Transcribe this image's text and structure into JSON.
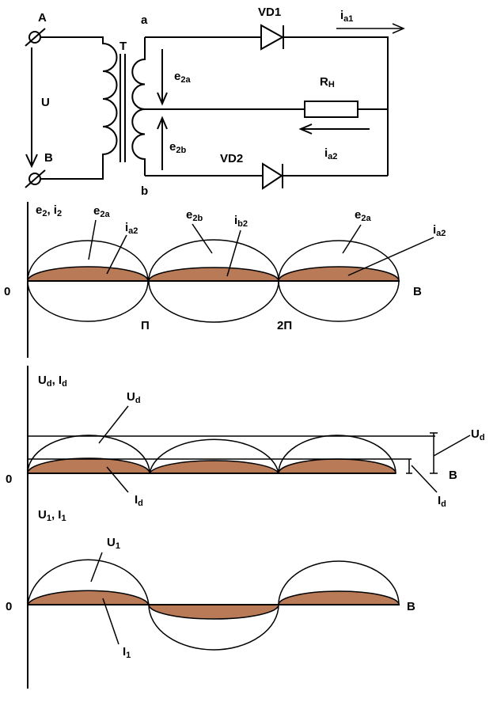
{
  "circuit": {
    "terminal_a": "A",
    "terminal_b": "B",
    "voltage": "U",
    "transformer": "T",
    "node_a": "a",
    "node_b": "b",
    "e2a": {
      "base": "e",
      "sub": "2a"
    },
    "e2b": {
      "base": "e",
      "sub": "2b"
    },
    "vd1": "VD1",
    "vd2": "VD2",
    "ia1": {
      "base": "i",
      "sub": "a1"
    },
    "ia2": {
      "base": "i",
      "sub": "a2"
    },
    "load": {
      "base": "R",
      "sub": "H"
    }
  },
  "graph1": {
    "axis_label": {
      "p1": "e",
      "s1": "2",
      "p2": ", i",
      "s2": "2"
    },
    "origin": "0",
    "pi": "П",
    "two_pi": "2П",
    "end": "B",
    "e2a_first": {
      "base": "e",
      "sub": "2a"
    },
    "ia2_first": {
      "base": "i",
      "sub": "a2"
    },
    "e2b": {
      "base": "e",
      "sub": "2b"
    },
    "ib2": {
      "base": "i",
      "sub": "b2"
    },
    "e2a_second": {
      "base": "e",
      "sub": "2a"
    },
    "ia2_second": {
      "base": "i",
      "sub": "a2"
    }
  },
  "graph2": {
    "axis_label": {
      "p1": "U",
      "s1": "d",
      "p2": ", I",
      "s2": "d"
    },
    "origin": "0",
    "end": "B",
    "ud_curve": {
      "base": "U",
      "sub": "d"
    },
    "id_curve": {
      "base": "I",
      "sub": "d"
    },
    "ud_level": {
      "base": "U",
      "sub": "d"
    },
    "id_level": {
      "base": "I",
      "sub": "d"
    }
  },
  "graph3": {
    "axis_label": {
      "p1": "U",
      "s1": "1",
      "p2": ", I",
      "s2": "1"
    },
    "origin": "0",
    "end": "B",
    "u1_curve": {
      "base": "U",
      "sub": "1"
    },
    "i1_curve": {
      "base": "I",
      "sub": "1"
    }
  },
  "colors": {
    "current_fill": "#b97a57",
    "line": "#000000",
    "background": "#ffffff"
  }
}
